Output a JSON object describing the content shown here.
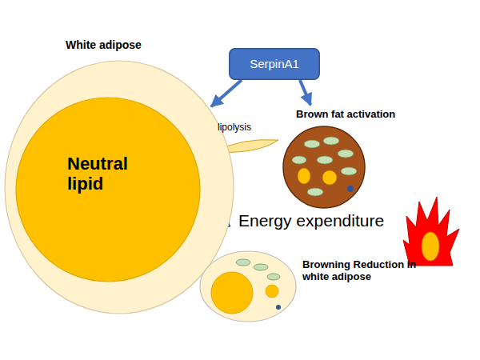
{
  "diagram": {
    "nodes": [
      {
        "text": [
          "White adipose"
        ]
      },
      {
        "text": [
          "Neutral lipid"
        ],
        "in": 0
      },
      {
        "text": [
          "SerpinA1"
        ]
      },
      {
        "text": [
          "Brown fat activation"
        ]
      },
      {
        "text": [
          "Browning Reduction in white adipose"
        ]
      }
    ],
    "edges": [
      {
        "from": 2,
        "to": 0,
        "arrow": "to"
      },
      {
        "from": 2,
        "to": 3,
        "arrow": "to"
      }
    ],
    "labels": [
      "lipolysis",
      "Energy expenditure"
    ]
  }
}
